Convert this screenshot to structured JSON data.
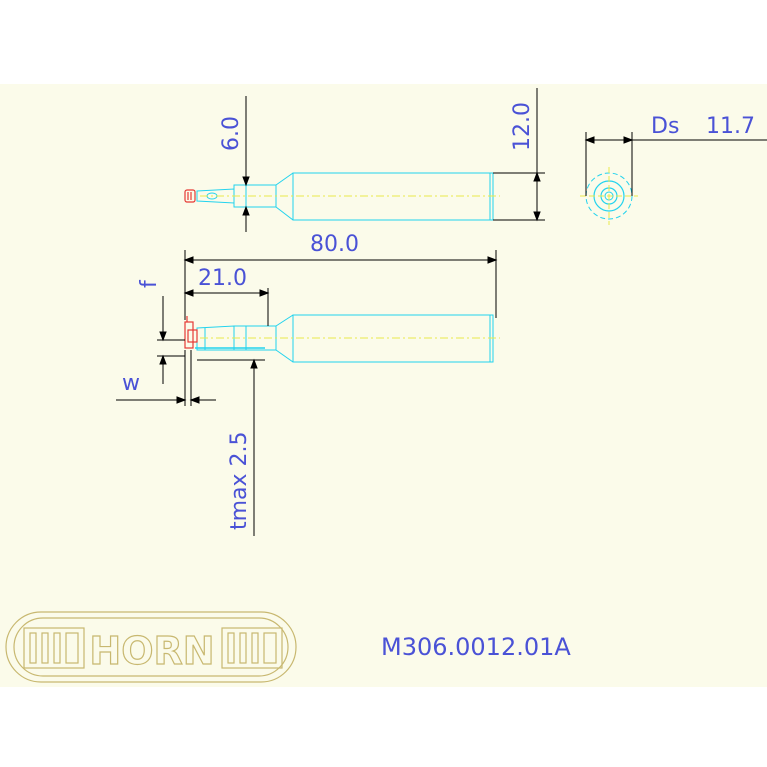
{
  "drawing": {
    "part_number": "M306.0012.01A",
    "logo_text": "HORN"
  },
  "dimensions": {
    "width_6": "6.0",
    "height_12": "12.0",
    "ds_label": "Ds",
    "ds_value": "11.7",
    "length_80": "80.0",
    "length_21": "21.0",
    "f_label": "f",
    "w_label": "w",
    "tmax_label": "tmax 2.5"
  },
  "colors": {
    "background": "#fbfbea",
    "dimension": "#4a52d6",
    "outline": "#22d3ee",
    "cutting_edge": "#e53935",
    "centerline": "#e8e84a",
    "logo": "#c8b870",
    "leader": "#000000"
  }
}
